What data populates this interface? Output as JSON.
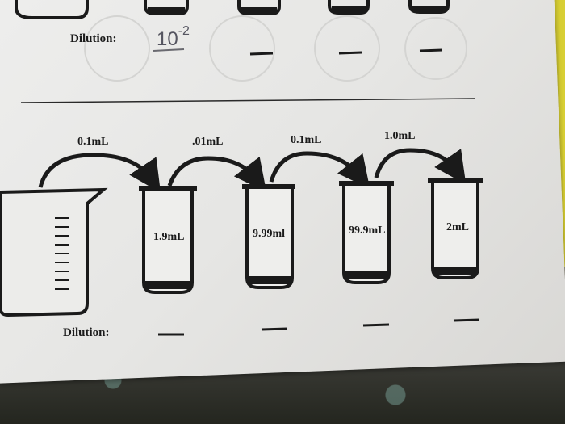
{
  "top_section": {
    "dilution_label": "Dilution:",
    "handwritten_answer": "10",
    "handwritten_exponent": "-2"
  },
  "bottom_section": {
    "transfers": [
      "0.1mL",
      ".01mL",
      "0.1mL",
      "1.0mL"
    ],
    "tubes": [
      "1.9mL",
      "9.99ml",
      "99.9mL",
      "2mL"
    ],
    "dilution_label": "Dilution:"
  },
  "colors": {
    "ink": "#1a1a1a",
    "paper": "#e8e8e6",
    "folder": "#cfc62a"
  }
}
